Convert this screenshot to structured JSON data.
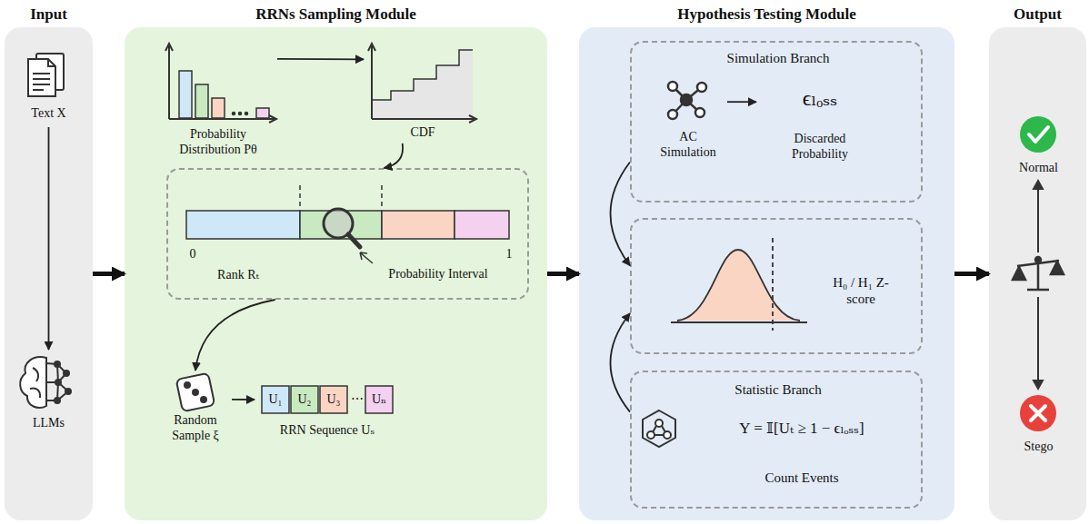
{
  "diagram": {
    "nodes": [
      {
        "text": [
          "Input"
        ]
      },
      {
        "text": [
          "Text X"
        ],
        "in": 0
      },
      {
        "text": [
          "LLMs"
        ],
        "in": 0
      },
      {
        "text": [
          "RRNs Sampling Module"
        ]
      },
      {
        "text": [
          "Probability Distribution Pθ"
        ],
        "in": 3
      },
      {
        "text": [
          "CDF"
        ],
        "in": 3
      },
      {
        "text": [
          "0",
          "1",
          "Rank Rₜ",
          "Probability Interval"
        ],
        "in": 3
      },
      {
        "text": [
          "Random Sample ξ"
        ],
        "in": 3
      },
      {
        "text": [
          "U₁",
          "U₂",
          "U₃",
          "⋯",
          "Uₙ",
          "RRN Sequence Uₛ"
        ],
        "in": 3
      },
      {
        "text": [
          "Hypothesis Testing Module"
        ]
      },
      {
        "text": [
          "Simulation Branch"
        ],
        "in": 9
      },
      {
        "text": [
          "AC Simulation"
        ],
        "in": 10
      },
      {
        "text": [
          "ϵₗₒₛₛ",
          "Discarded Probability"
        ],
        "in": 10
      },
      {
        "text": [
          "H₀ / H₁ Z-score"
        ],
        "in": 9
      },
      {
        "text": [
          "Statistic Branch",
          "Y = 𝕀[Uₜ ≥ 1 − ϵₗₒₛₛ]",
          "Count Events"
        ],
        "in": 9
      },
      {
        "text": [
          "Output"
        ]
      },
      {
        "text": [
          "Normal"
        ],
        "in": 15
      },
      {
        "text": [
          "Stego"
        ],
        "in": 15
      }
    ],
    "edges": [
      {
        "from": 1,
        "to": 2,
        "arrow": "to"
      },
      {
        "from": 0,
        "to": 3,
        "arrow": "to"
      },
      {
        "from": 4,
        "to": 5,
        "arrow": "to"
      },
      {
        "from": 5,
        "to": 6,
        "arrow": "to"
      },
      {
        "from": 6,
        "to": 7,
        "arrow": "to"
      },
      {
        "from": 7,
        "to": 8,
        "arrow": "to"
      },
      {
        "from": 3,
        "to": 9,
        "arrow": "to"
      },
      {
        "from": 11,
        "to": 12,
        "arrow": "to"
      },
      {
        "from": 10,
        "to": 13,
        "arrow": "to"
      },
      {
        "from": 14,
        "to": 13,
        "arrow": "to"
      },
      {
        "from": 9,
        "to": 15,
        "arrow": "to"
      }
    ]
  }
}
